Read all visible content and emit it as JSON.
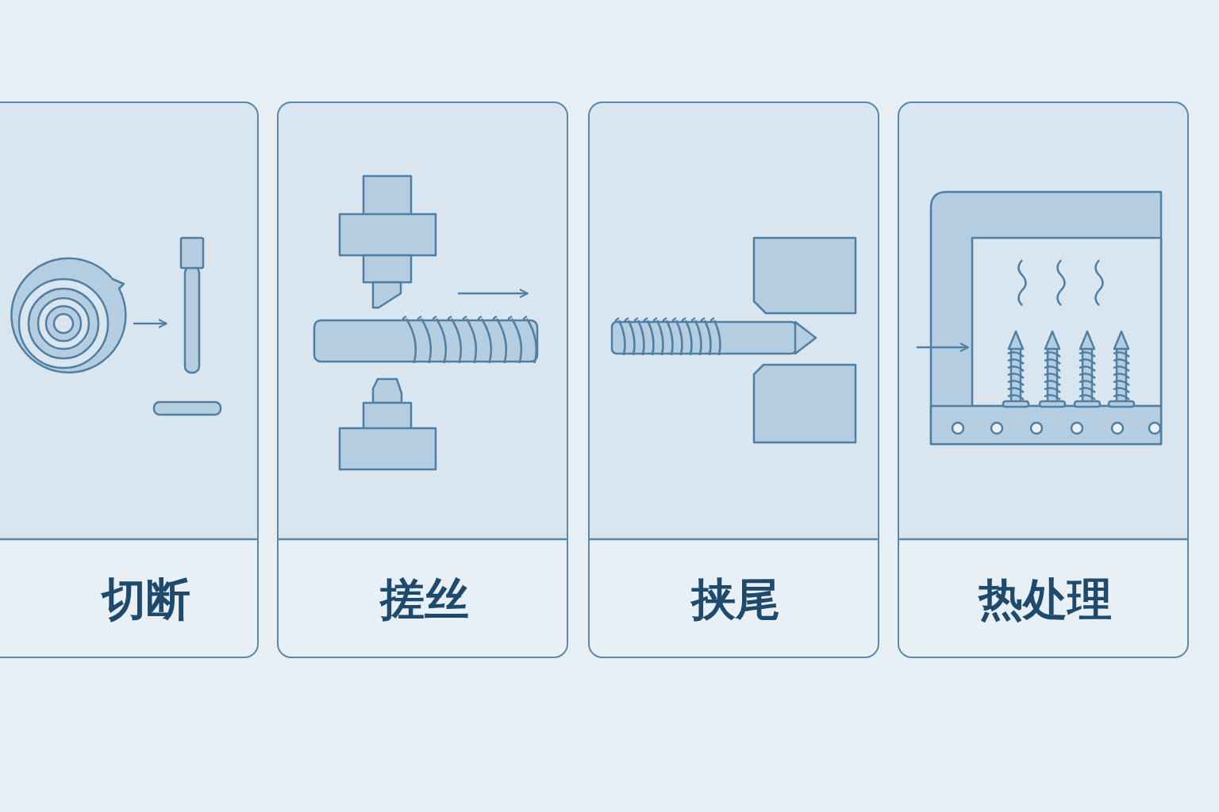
{
  "diagram": {
    "nodes": [
      {
        "text": [
          "切断"
        ]
      },
      {
        "text": [
          "搓丝"
        ]
      },
      {
        "text": [
          "挟尾"
        ]
      },
      {
        "text": [
          "热处理"
        ]
      }
    ]
  }
}
